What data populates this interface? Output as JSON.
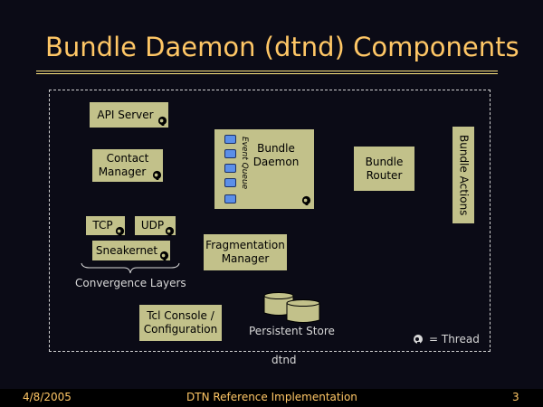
{
  "slide": {
    "title": "Bundle Daemon (dtnd) Components",
    "colors": {
      "background": "#0b0b16",
      "title": "#ffc766",
      "box_fill": "#c2c18a",
      "queue_slot": "#5b8fe8"
    }
  },
  "diagram": {
    "frame_label": "dtnd",
    "components": {
      "api_server": "API Server",
      "contact_manager_l1": "Contact",
      "contact_manager_l2": "Manager",
      "bundle_daemon_l1": "Bundle",
      "bundle_daemon_l2": "Daemon",
      "event_queue": "Event Queue",
      "bundle_router_l1": "Bundle",
      "bundle_router_l2": "Router",
      "bundle_actions": "Bundle Actions",
      "tcp": "TCP",
      "udp": "UDP",
      "sneakernet": "Sneakernet",
      "fragmentation_l1": "Fragmentation",
      "fragmentation_l2": "Manager",
      "tcl_console_l1": "Tcl Console /",
      "tcl_console_l2": "Configuration",
      "persistent_store": "Persistent Store"
    },
    "convergence_layers_label": "Convergence Layers",
    "legend": {
      "icon": "thread-icon",
      "text": "= Thread"
    }
  },
  "footer": {
    "date": "4/8/2005",
    "center": "DTN Reference Implementation",
    "page": "3"
  }
}
